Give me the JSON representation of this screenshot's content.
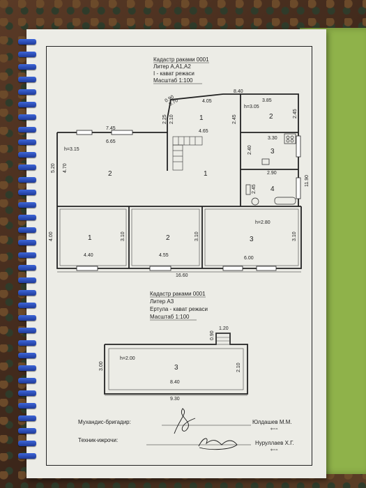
{
  "plan1": {
    "title_lines": [
      "Кадастр раками 0001",
      "Литер А,А1,А2",
      "I - кават режаси",
      "Масштаб 1:100"
    ],
    "room_labels": [
      "1",
      "2",
      "3",
      "4",
      "2",
      "1",
      "1",
      "2",
      "3"
    ],
    "dimensions": [
      "8.40",
      "0.90",
      "0.70",
      "4.05",
      "3.85",
      "2.25",
      "2.10",
      "2.45",
      "h=3.05",
      "2.45",
      "4.65",
      "7.45",
      "6.65",
      "3.30",
      "h=3.15",
      "2.40",
      "5.20",
      "4.70",
      "2.90",
      "11.90",
      "2.45",
      "h=2.80",
      "4.00",
      "3.10",
      "3.10",
      "3.10",
      "4.40",
      "4.55",
      "6.00",
      "16.60"
    ]
  },
  "plan2": {
    "title_lines": [
      "Кадастр раками 0001",
      "Литер А3",
      "Ертула - кават режаси",
      "Масштаб 1:100"
    ],
    "room_label": "3",
    "dimensions": [
      "1.20",
      "0.90",
      "h=2.00",
      "3.00",
      "2.10",
      "8.40",
      "9.30"
    ]
  },
  "signatures": {
    "engineer_label": "Мухандис-бригадир:",
    "engineer_name": "Юлдашев М.М.",
    "engineer_sub": "ф.и.о.",
    "technician_label": "Техник-ижрочи:",
    "technician_name": "Нуруллаев Х.Г.",
    "technician_sub": "ф.и.о."
  }
}
